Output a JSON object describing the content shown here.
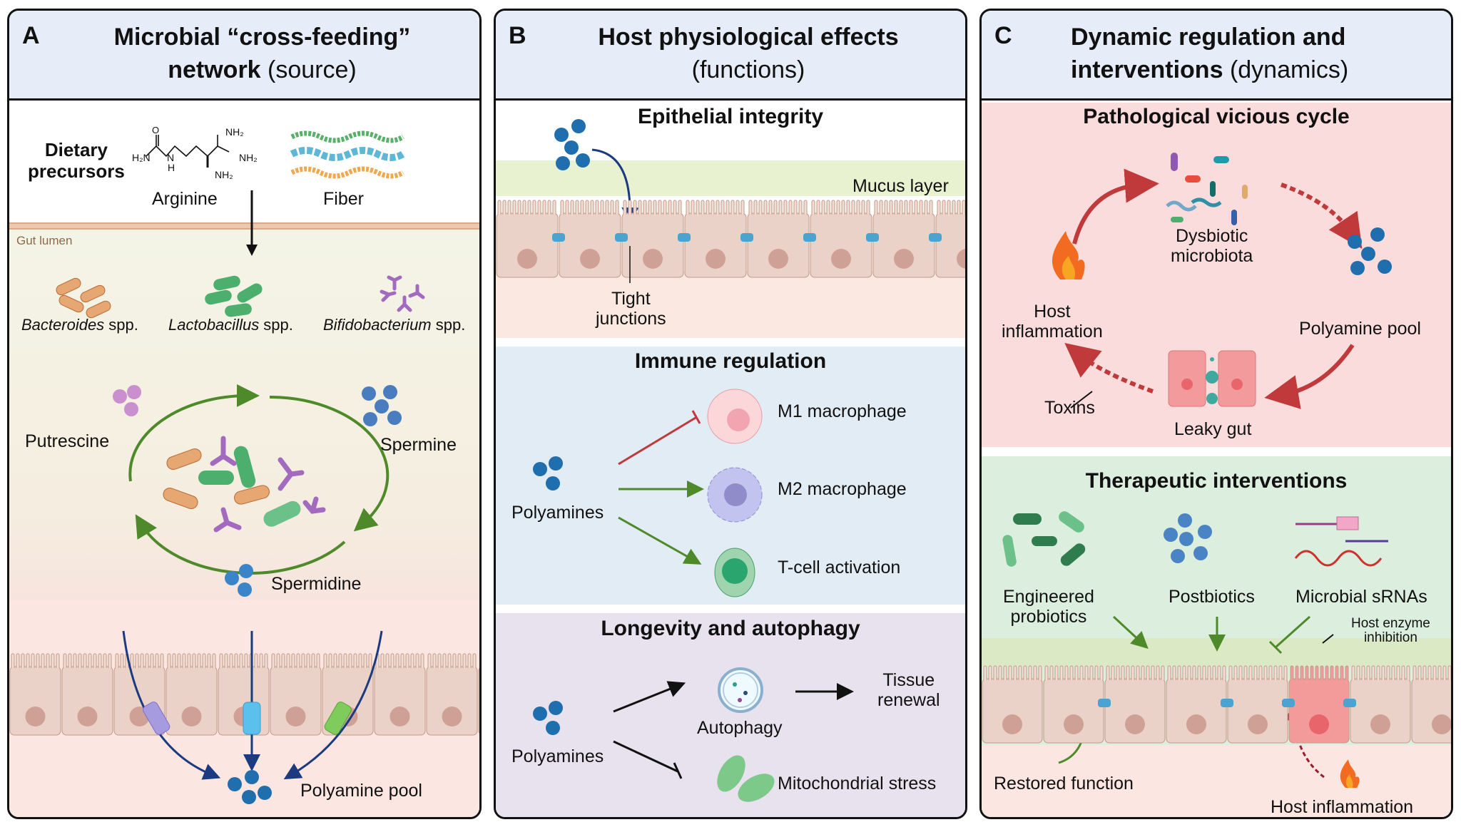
{
  "figure": {
    "panels": [
      {
        "letter": "A",
        "title_bold_1": "Microbial “cross-feeding”",
        "title_bold_2": "network",
        "title_light": "(source)",
        "dietary_label_1": "Dietary",
        "dietary_label_2": "precursors",
        "arginine": {
          "label": "Arginine",
          "groups": [
            "O",
            "H₂N",
            "N",
            "H",
            "NH₂",
            "NH₂",
            "NH₂"
          ]
        },
        "fiber_label": "Fiber",
        "gut_lumen_label": "Gut lumen",
        "bacteria": [
          {
            "genus": "Bacteroides",
            "suffix": " spp.",
            "color": "#d9925a"
          },
          {
            "genus": "Lactobacillus",
            "suffix": " spp.",
            "color": "#4caf6e"
          },
          {
            "genus": "Bifidobacterium",
            "suffix": " spp.",
            "color": "#a36bbf"
          }
        ],
        "cycle_labels": {
          "putrescine": "Putrescine",
          "spermine": "Spermine",
          "spermidine": "Spermidine"
        },
        "pool_label": "Polyamine pool"
      },
      {
        "letter": "B",
        "title_bold": "Host physiological effects",
        "title_light": "(functions)",
        "sections": {
          "epithelial": {
            "title": "Epithelial integrity",
            "mucus": "Mucus layer",
            "tight_1": "Tight",
            "tight_2": "junctions"
          },
          "immune": {
            "title": "Immune regulation",
            "source": "Polyamines",
            "targets": [
              {
                "label": "M1 macrophage",
                "effect": "inhibit"
              },
              {
                "label": "M2 macrophage",
                "effect": "promote"
              },
              {
                "label": "T-cell activation",
                "effect": "promote"
              }
            ]
          },
          "longevity": {
            "title": "Longevity and autophagy",
            "source": "Polyamines",
            "autophagy": "Autophagy",
            "tissue_1": "Tissue",
            "tissue_2": "renewal",
            "mito": "Mitochondrial stress"
          }
        }
      },
      {
        "letter": "C",
        "title_bold_1": "Dynamic regulation and",
        "title_bold_2": "interventions",
        "title_light": "(dynamics)",
        "vicious": {
          "title": "Pathological vicious cycle",
          "dysbiotic_1": "Dysbiotic",
          "dysbiotic_2": "microbiota",
          "pool": "Polyamine pool",
          "leaky": "Leaky gut",
          "toxins": "Toxins",
          "host_1": "Host",
          "host_2": "inflammation"
        },
        "therapeutic": {
          "title": "Therapeutic interventions",
          "engineered_1": "Engineered",
          "engineered_2": "probiotics",
          "postbiotics": "Postbiotics",
          "srna": "Microbial sRNAs",
          "enzyme_1": "Host enzyme",
          "enzyme_2": "inhibition",
          "restored": "Restored function",
          "host_inflammation": "Host inflammation"
        }
      }
    ],
    "colors": {
      "header_bg": "#e6ecf8",
      "polyamine_blue": "#1f6fae",
      "arrow_navy": "#1b3a80",
      "arrow_green": "#4e8a2a",
      "arrow_red": "#c0393b",
      "vicious_bg": "#fbdcdc",
      "therapeutic_bg": "#dcefdf",
      "immune_bg": "#e1ecf4",
      "longevity_bg": "#e8e2ef"
    }
  }
}
